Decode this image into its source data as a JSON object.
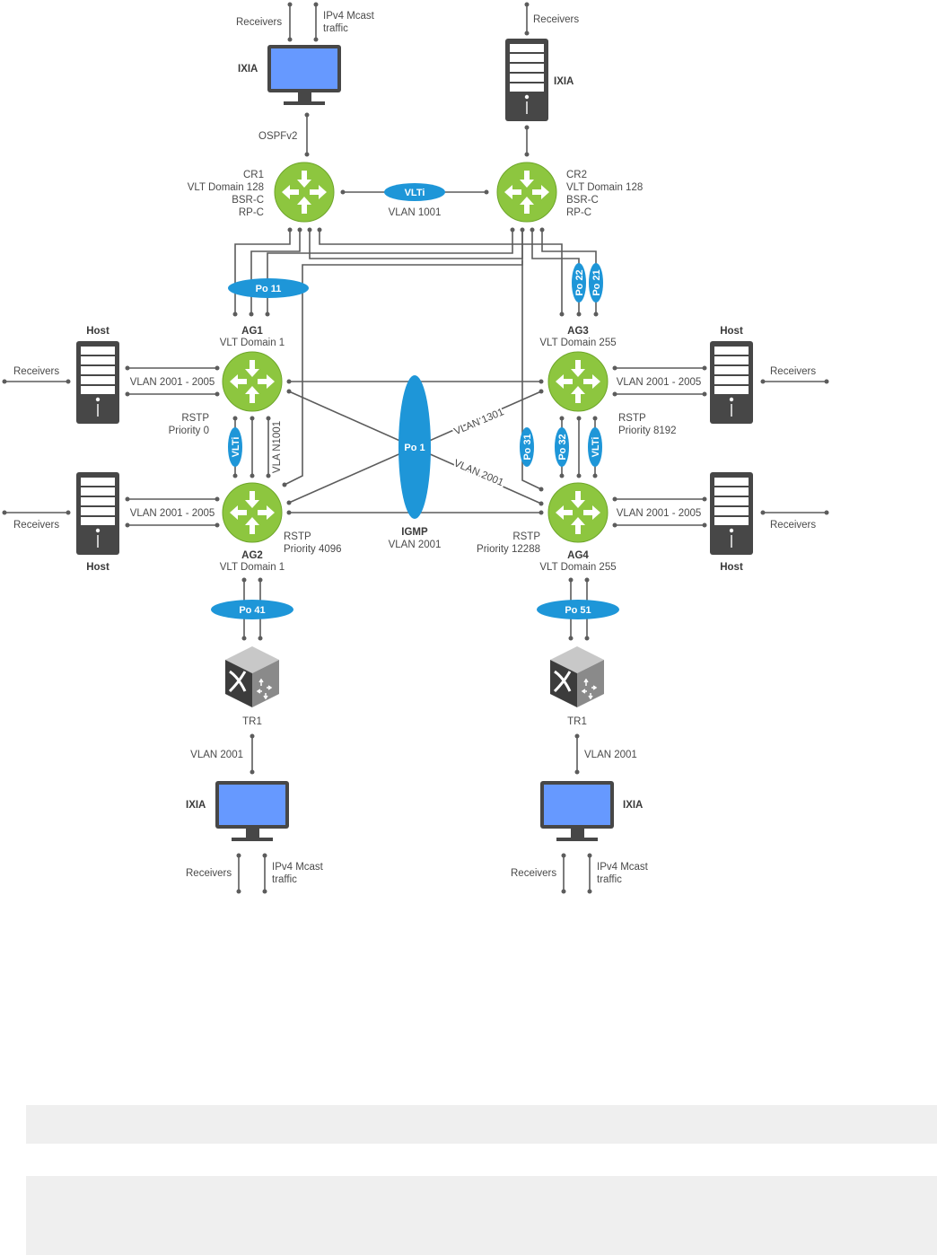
{
  "colors": {
    "router_green": "#8dc63f",
    "router_green_edge": "#6ea62a",
    "ellipse_blue": "#1e96d8",
    "device_dark": "#474747",
    "screen_blue": "#6699ff",
    "wire": "#5c5c5c"
  },
  "top_left_ixia": {
    "name": "IXIA",
    "receivers": "Receivers",
    "traffic_1": "IPv4 Mcast",
    "traffic_2": "traffic",
    "link": "OSPFv2"
  },
  "top_right_ixia": {
    "name": "IXIA",
    "receivers": "Receivers"
  },
  "cr1": {
    "name": "CR1",
    "domain": "VLT Domain 128",
    "role1": "BSR-C",
    "role2": "RP-C"
  },
  "cr2": {
    "name": "CR2",
    "domain": "VLT Domain 128",
    "role1": "BSR-C",
    "role2": "RP-C"
  },
  "vlti_core": {
    "label": "VLTi",
    "vlan": "VLAN 1001"
  },
  "port_channels": {
    "po11": "Po 11",
    "po22": "Po 22",
    "po21": "Po 21",
    "po1": "Po 1",
    "po31": "Po 31",
    "po32": "Po 32",
    "po41": "Po 41",
    "po51": "Po 51",
    "vlti_left": "VLTi",
    "vlti_right": "VLTi"
  },
  "ag1": {
    "name": "AG1",
    "domain": "VLT Domain 1",
    "rstp": "RSTP",
    "priority": "Priority 0"
  },
  "ag2": {
    "name": "AG2",
    "domain": "VLT Domain 1",
    "rstp": "RSTP",
    "priority": "Priority 4096"
  },
  "ag3": {
    "name": "AG3",
    "domain": "VLT Domain 255",
    "rstp": "RSTP",
    "priority": "Priority 8192"
  },
  "ag4": {
    "name": "AG4",
    "domain": "VLT Domain 255",
    "rstp": "RSTP",
    "priority": "Priority 12288"
  },
  "hosts": {
    "host_label": "Host",
    "receivers": "Receivers",
    "vlan_range": "VLAN 2001 - 2005"
  },
  "links": {
    "vla_n1001": "VLA N1001",
    "vlan1301": "VLAN 1301",
    "vlan2001_diag": "VLAN 2001",
    "igmp": "IGMP",
    "igmp_vlan": "VLAN 2001"
  },
  "tr_left": {
    "name": "TR1",
    "vlan": "VLAN 2001"
  },
  "tr_right": {
    "name": "TR1",
    "vlan": "VLAN 2001"
  },
  "bottom_left_ixia": {
    "name": "IXIA",
    "receivers": "Receivers",
    "traffic_1": "IPv4 Mcast",
    "traffic_2": "traffic"
  },
  "bottom_right_ixia": {
    "name": "IXIA",
    "receivers": "Receivers",
    "traffic_1": "IPv4 Mcast",
    "traffic_2": "traffic"
  }
}
